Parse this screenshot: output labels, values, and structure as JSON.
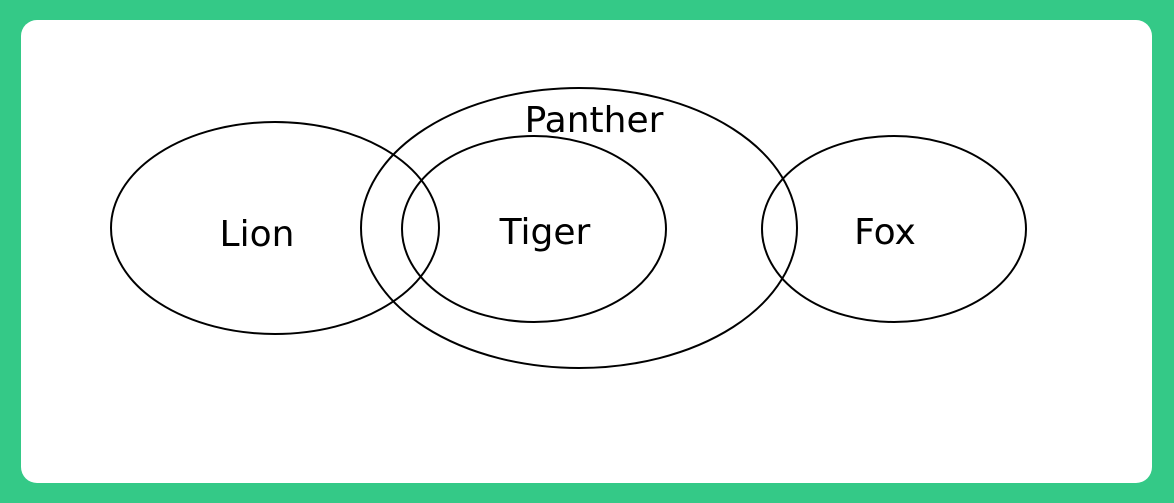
{
  "labels": {
    "lion": "Lion",
    "panther": "Panther",
    "tiger": "Tiger",
    "fox": "Fox"
  }
}
